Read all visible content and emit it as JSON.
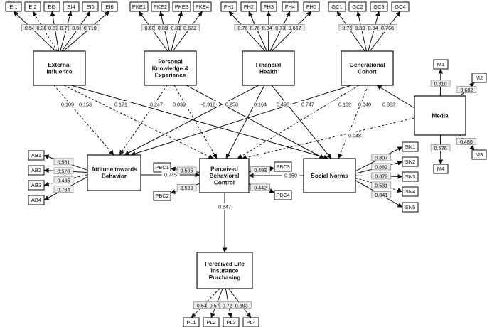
{
  "constructs": {
    "ei": [
      "External",
      "Influence"
    ],
    "pke": [
      "Personal",
      "Knowledge &",
      "Experience"
    ],
    "fh": [
      "Financial",
      "Health"
    ],
    "gc": [
      "Generational",
      "Cohort"
    ],
    "media": [
      "Media"
    ],
    "atb": [
      "Attitude towards",
      "Behavior"
    ],
    "pbc": [
      "Perceived",
      "Behavioral",
      "Control"
    ],
    "sn": [
      "Social Norms"
    ],
    "pli": [
      "Perceived Life",
      "Insurance",
      "Purchasing"
    ]
  },
  "indicators": {
    "ei": [
      {
        "label": "EI1",
        "loading": "0.543",
        "style": "solid"
      },
      {
        "label": "EI2",
        "loading": "0.382",
        "style": "dashed"
      },
      {
        "label": "EI3",
        "loading": "0.813",
        "style": "solid"
      },
      {
        "label": "EI4",
        "loading": "0.706",
        "style": "solid"
      },
      {
        "label": "EI5",
        "loading": "0.669",
        "style": "solid"
      },
      {
        "label": "EI6",
        "loading": "0.710",
        "style": "solid"
      }
    ],
    "pke": [
      {
        "label": "PKE1",
        "loading": "0.601",
        "style": "solid"
      },
      {
        "label": "PKE2",
        "loading": "0.890",
        "style": "solid"
      },
      {
        "label": "PKE3",
        "loading": "0.814",
        "style": "solid"
      },
      {
        "label": "PKE4",
        "loading": "0.672",
        "style": "solid"
      }
    ],
    "fh": [
      {
        "label": "FH1",
        "loading": "0.780",
        "style": "solid"
      },
      {
        "label": "FH2",
        "loading": "0.761",
        "style": "solid"
      },
      {
        "label": "FH3",
        "loading": "0.846",
        "style": "solid"
      },
      {
        "label": "FH4",
        "loading": "0.732",
        "style": "solid"
      },
      {
        "label": "FH5",
        "loading": "0.667",
        "style": "solid"
      }
    ],
    "gc": [
      {
        "label": "GC1",
        "loading": "0.765",
        "style": "solid"
      },
      {
        "label": "GC2",
        "loading": "0.833",
        "style": "solid"
      },
      {
        "label": "GC3",
        "loading": "0.642",
        "style": "solid"
      },
      {
        "label": "GC4",
        "loading": "0.766",
        "style": "solid"
      }
    ],
    "media": [
      {
        "label": "M1",
        "loading": "0.810",
        "style": "solid"
      },
      {
        "label": "M2",
        "loading": "0.682",
        "style": "solid"
      },
      {
        "label": "M3",
        "loading": "0.486",
        "style": "dashed"
      },
      {
        "label": "M4",
        "loading": "0.676",
        "style": "solid"
      }
    ],
    "atb": [
      {
        "label": "AB1",
        "loading": "0.561",
        "style": "solid"
      },
      {
        "label": "AB2",
        "loading": "0.528",
        "style": "solid"
      },
      {
        "label": "AB3",
        "loading": "0.435",
        "style": "dashed"
      },
      {
        "label": "AB4",
        "loading": "0.764",
        "style": "solid"
      }
    ],
    "pbc": [
      {
        "label": "PBC1",
        "loading": "0.505",
        "style": "solid"
      },
      {
        "label": "PBC2",
        "loading": "0.590",
        "style": "solid"
      },
      {
        "label": "PBC3",
        "loading": "0.493",
        "style": "dashed"
      },
      {
        "label": "PBC4",
        "loading": "0.442",
        "style": "dashed"
      }
    ],
    "sn": [
      {
        "label": "SN1",
        "loading": "0.807",
        "style": "solid"
      },
      {
        "label": "SN2",
        "loading": "0.882",
        "style": "solid"
      },
      {
        "label": "SN3",
        "loading": "0.872",
        "style": "solid"
      },
      {
        "label": "SN4",
        "loading": "0.531",
        "style": "dashed"
      },
      {
        "label": "SN5",
        "loading": "0.841",
        "style": "solid"
      }
    ],
    "pli": [
      {
        "label": "PL1",
        "loading": "0.549",
        "style": "dashed"
      },
      {
        "label": "PL2",
        "loading": "0.576",
        "style": "solid"
      },
      {
        "label": "PL3",
        "loading": "0.729",
        "style": "solid"
      },
      {
        "label": "PL4",
        "loading": "0.693",
        "style": "solid"
      }
    ]
  },
  "paths": [
    {
      "from": "ei",
      "to": "atb",
      "coef": "0.109",
      "style": "dashed"
    },
    {
      "from": "ei",
      "to": "pbc",
      "coef": "0.153",
      "style": "dashed"
    },
    {
      "from": "ei",
      "to": "sn",
      "coef": "0.171",
      "style": "solid"
    },
    {
      "from": "pke",
      "to": "atb",
      "coef": "0.247",
      "style": "dashed"
    },
    {
      "from": "pke",
      "to": "pbc",
      "coef": "0.039",
      "style": "dashed"
    },
    {
      "from": "pke",
      "to": "sn",
      "coef": "-0.318",
      "style": "solid"
    },
    {
      "from": "fh",
      "to": "atb",
      "coef": "0.258",
      "style": "solid"
    },
    {
      "from": "fh",
      "to": "pbc",
      "coef": "0.164",
      "style": "solid"
    },
    {
      "from": "fh",
      "to": "sn",
      "coef": "0.498",
      "style": "solid"
    },
    {
      "from": "gc",
      "to": "atb",
      "coef": "0.747",
      "style": "solid"
    },
    {
      "from": "gc",
      "to": "pbc",
      "coef": "0.132",
      "style": "dashed"
    },
    {
      "from": "gc",
      "to": "sn",
      "coef": "0.040",
      "style": "dashed"
    },
    {
      "from": "media",
      "to": "gc",
      "coef": "0.883",
      "style": "solid"
    },
    {
      "from": "media",
      "to": "pbc",
      "coef": "0.048",
      "style": "dashed"
    },
    {
      "from": "atb",
      "to": "pbc",
      "coef": "0.745",
      "style": "solid"
    },
    {
      "from": "sn",
      "to": "pbc",
      "coef": "0.150",
      "style": "solid"
    },
    {
      "from": "pbc",
      "to": "pli",
      "coef": "0.847",
      "style": "solid"
    }
  ]
}
